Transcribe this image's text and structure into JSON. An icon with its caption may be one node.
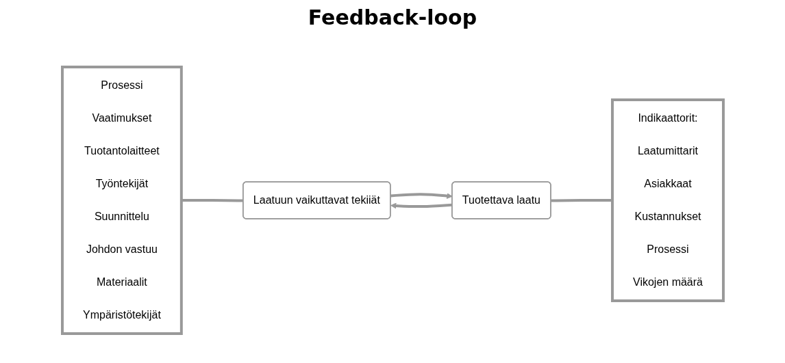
{
  "diagram": {
    "title": "Feedback-loop",
    "nodes": [
      {
        "text": [
          "Prosessi",
          "Vaatimukset",
          "Tuotantolaitteet",
          "Työntekijät",
          "Suunnittelu",
          "Johdon vastuu",
          "Materiaalit",
          "Ympäristötekijät"
        ]
      },
      {
        "text": [
          "Laatuun vaikuttavat tekiiät"
        ]
      },
      {
        "text": [
          "Tuotettava laatu"
        ]
      },
      {
        "text": [
          "Indikaattorit:",
          "Laatumittarit",
          "Asiakkaat",
          "Kustannukset",
          "Prosessi",
          "Vikojen määrä"
        ]
      }
    ],
    "edges": [
      {
        "from": 0,
        "to": 1,
        "arrow": "none"
      },
      {
        "from": 1,
        "to": 2,
        "arrow": "to"
      },
      {
        "from": 2,
        "to": 1,
        "arrow": "to"
      },
      {
        "from": 2,
        "to": 3,
        "arrow": "none"
      }
    ]
  }
}
